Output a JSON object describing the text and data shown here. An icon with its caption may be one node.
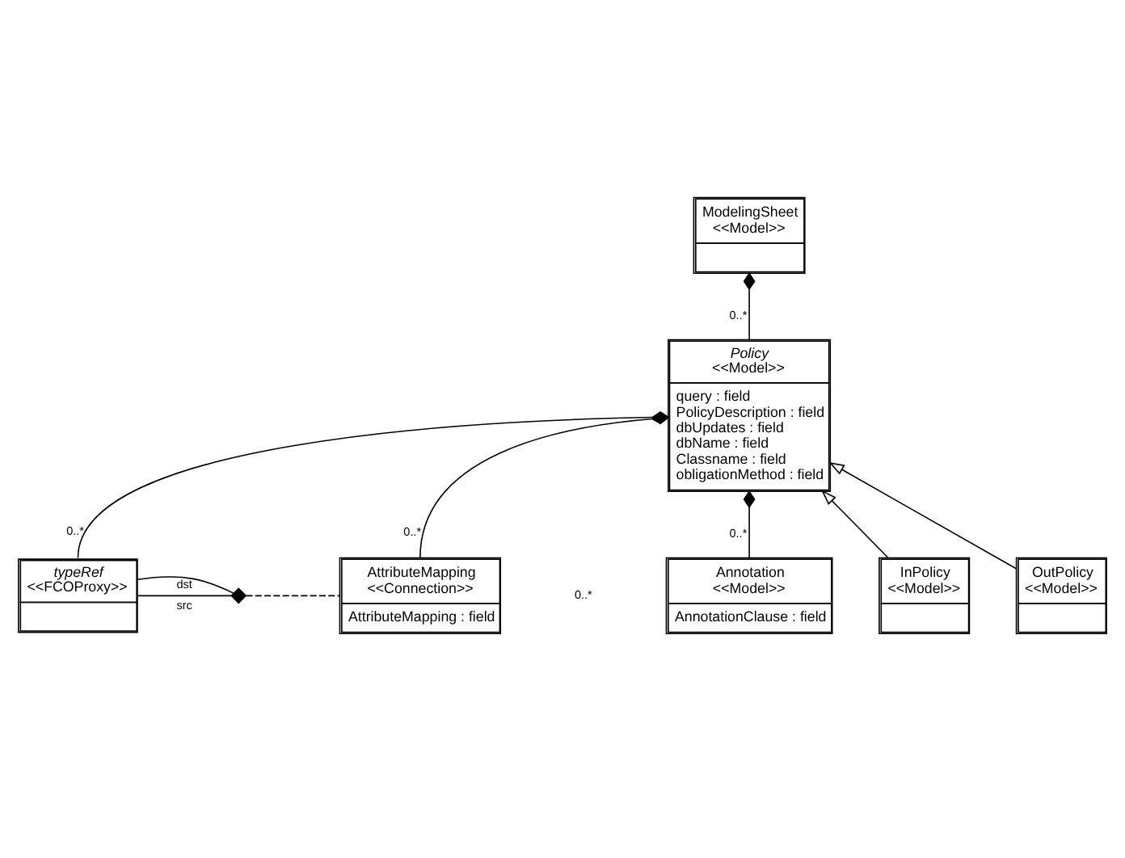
{
  "diagram": {
    "nodes": [
      {
        "text": [
          "ModelingSheet",
          "<<Model>>"
        ]
      },
      {
        "text": [
          "Policy",
          "<<Model>>",
          "query : field",
          "PolicyDescription : field",
          "dbUpdates : field",
          "dbName : field",
          "Classname : field",
          "obligationMethod : field"
        ]
      },
      {
        "text": [
          "typeRef",
          "<<FCOProxy>>"
        ]
      },
      {
        "text": [
          "AttributeMapping",
          "<<Connection>>",
          "AttributeMapping : field"
        ]
      },
      {
        "text": [
          "Annotation",
          "<<Model>>",
          "AnnotationClause : field"
        ]
      },
      {
        "text": [
          "InPolicy",
          "<<Model>>"
        ]
      },
      {
        "text": [
          "OutPolicy",
          "<<Model>>"
        ]
      },
      {
        "text": [],
        "shape": "diamond"
      }
    ],
    "edges": [
      {
        "from": 1,
        "to": 0,
        "arrow": "other",
        "label": "0..*"
      },
      {
        "from": 2,
        "to": 1,
        "arrow": "other",
        "label": "0..*"
      },
      {
        "from": 3,
        "to": 1,
        "arrow": "other",
        "label": "0..*"
      },
      {
        "from": 4,
        "to": 1,
        "arrow": "other",
        "label": "0..*"
      },
      {
        "from": 5,
        "to": 1,
        "arrow": "to"
      },
      {
        "from": 6,
        "to": 1,
        "arrow": "to"
      },
      {
        "from": 2,
        "to": 7,
        "arrow": "none",
        "label": "src"
      },
      {
        "from": 2,
        "to": 7,
        "arrow": "none",
        "label": "dst"
      },
      {
        "from": 7,
        "to": 3,
        "arrow": "none",
        "style": "dashed"
      }
    ],
    "labels": [
      "0..*"
    ]
  }
}
